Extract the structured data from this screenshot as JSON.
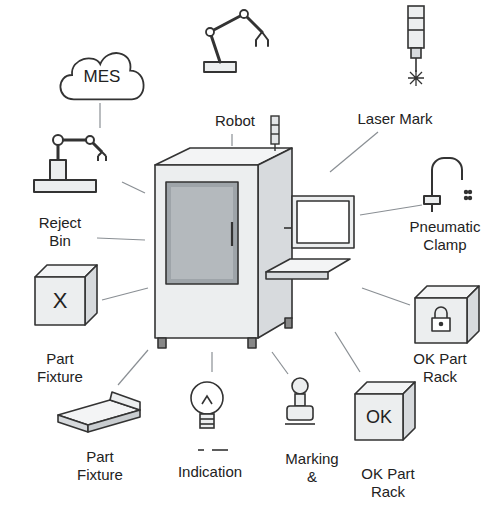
{
  "diagram": {
    "nodes": [
      {
        "text": [
          "MES"
        ]
      },
      {
        "text": [
          "X"
        ]
      },
      {
        "text": [
          "OK"
        ]
      }
    ],
    "labels": [
      "Robot",
      "Laser Mark",
      "Reject Bin",
      "Pneumatic Clamp",
      "Part Fixture",
      "OK Part Rack",
      "Part Fixture",
      "Indication",
      "Marking &",
      "OK Part Rack"
    ]
  }
}
